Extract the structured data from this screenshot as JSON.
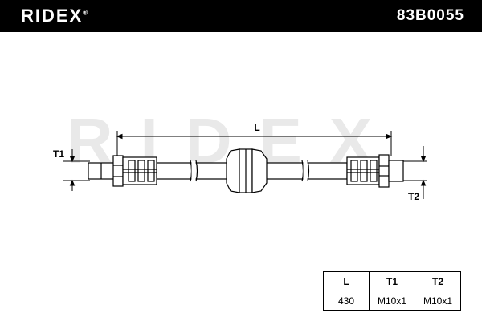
{
  "header": {
    "brand": "RIDEX",
    "brand_mark": "®",
    "part_number": "83B0055"
  },
  "watermark": "RIDEX",
  "dimension_labels": {
    "length": "L",
    "thread_1": "T1",
    "thread_2": "T2"
  },
  "spec_table": {
    "headers": [
      "L",
      "T1",
      "T2"
    ],
    "values": [
      "430",
      "M10x1",
      "M10x1"
    ]
  },
  "colors": {
    "header_bg": "#000000",
    "header_text": "#ffffff",
    "line": "#000000",
    "fill": "#ffffff",
    "watermark": "#e9e9e9"
  },
  "icons": {
    "brand_logo": "ridex-logo"
  }
}
